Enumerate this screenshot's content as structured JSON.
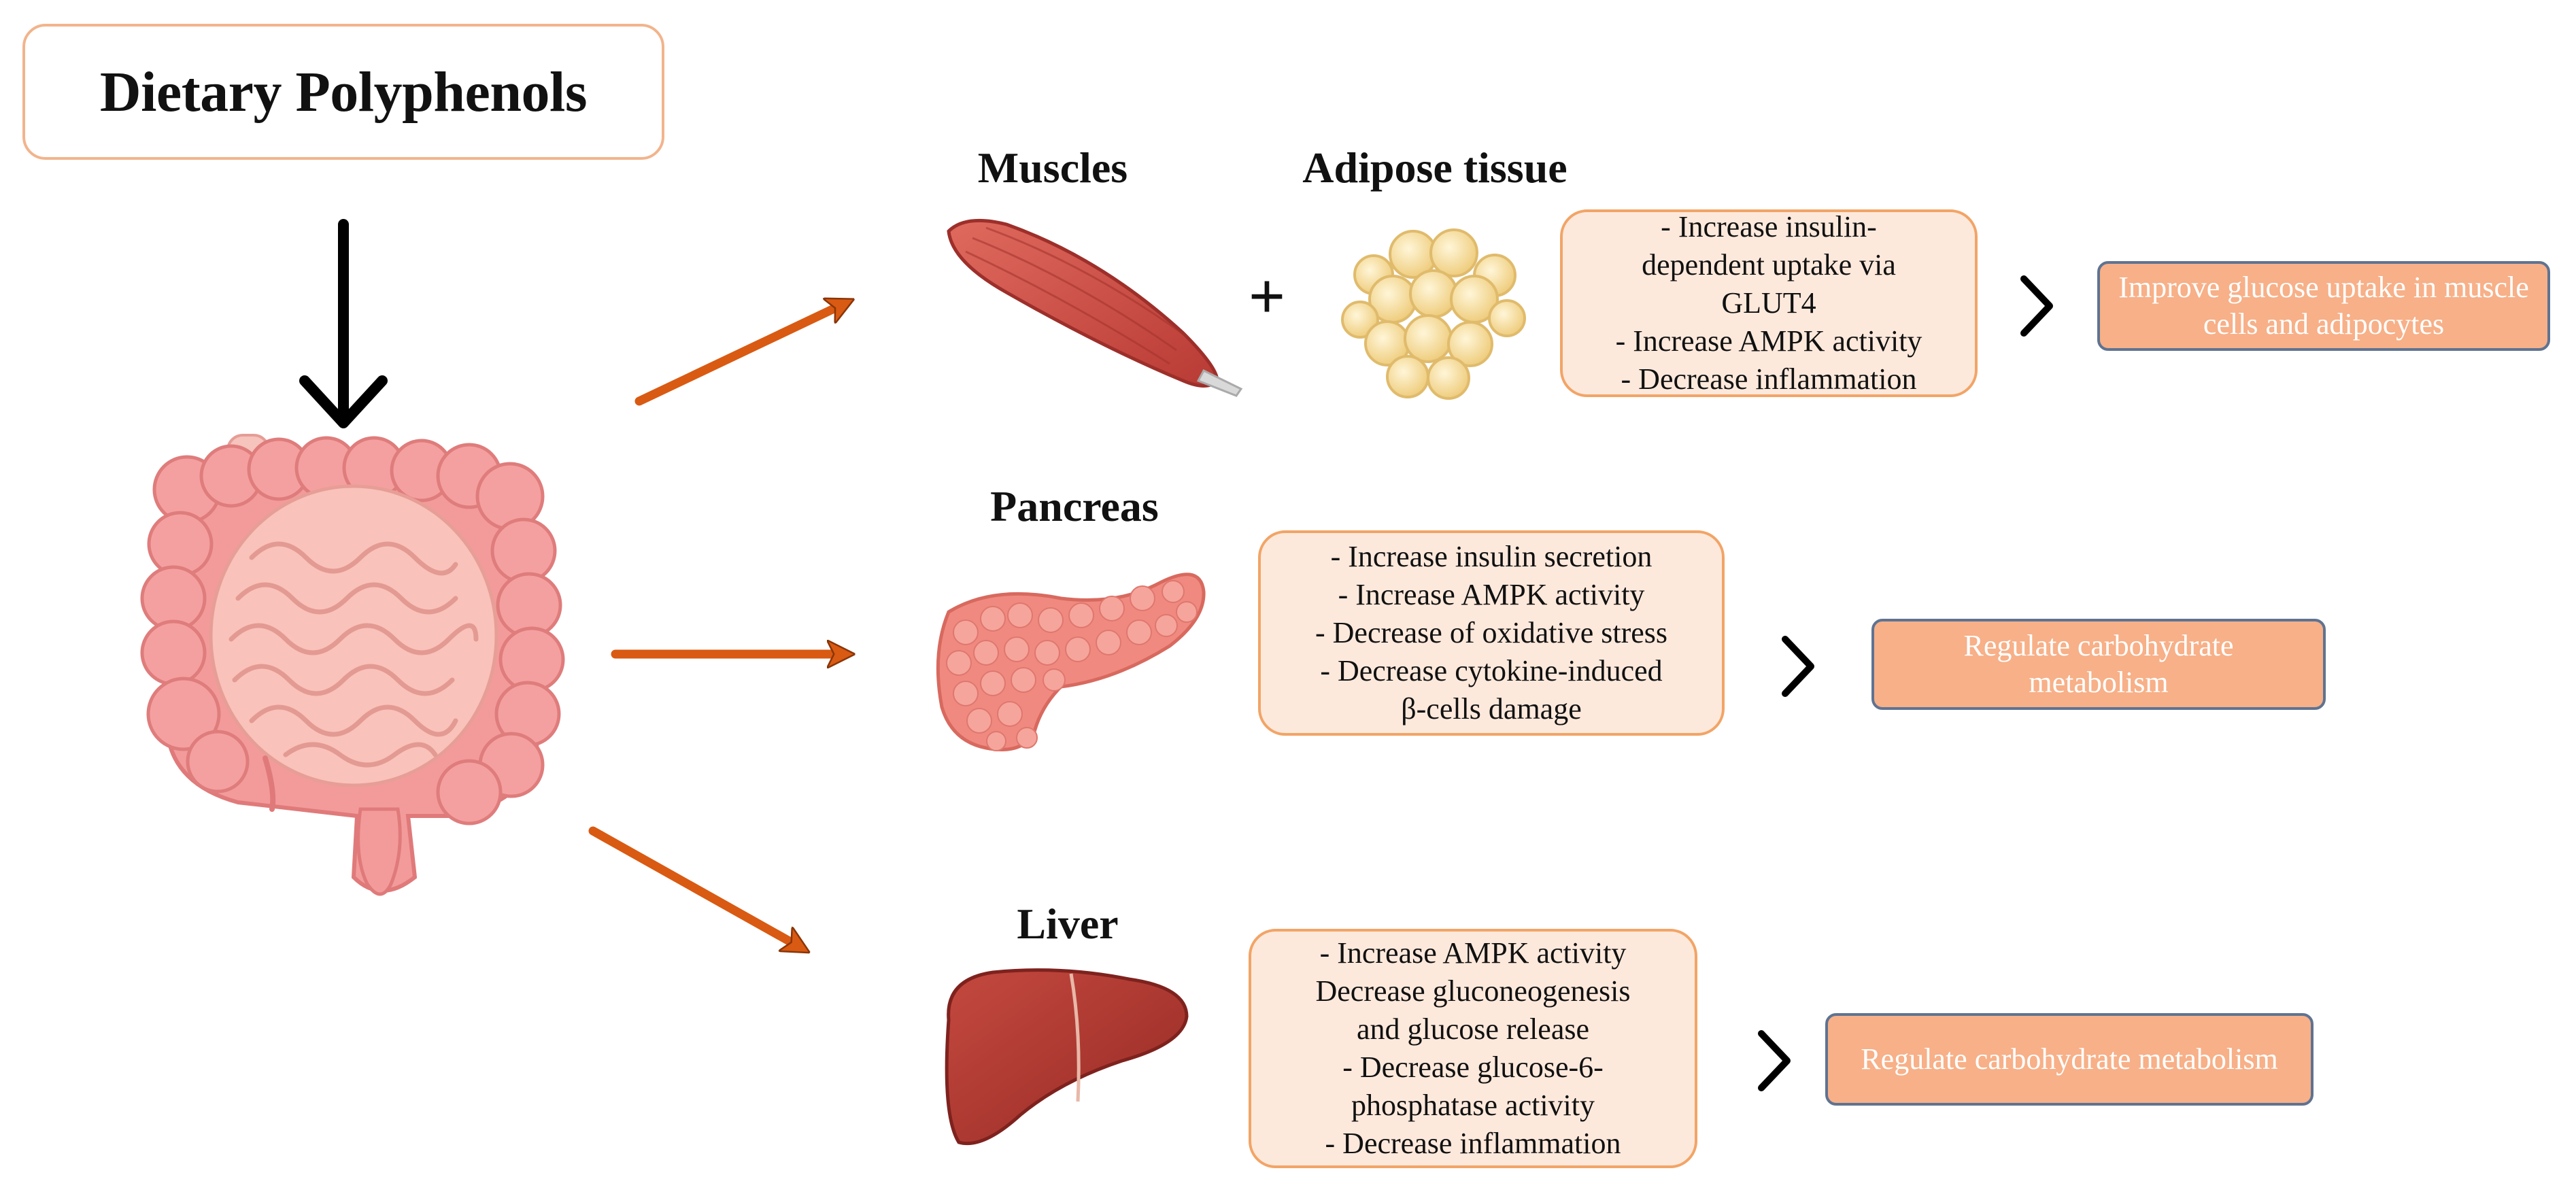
{
  "title": "Dietary Polyphenols",
  "organs": {
    "muscles": "Muscles",
    "adipose": "Adipose tissue",
    "pancreas": "Pancreas",
    "liver": "Liver"
  },
  "plus_sign": "+",
  "effects": {
    "muscle_adipose": [
      "- Increase insulin-",
      "dependent uptake via",
      "GLUT4",
      "- Increase AMPK activity",
      "- Decrease inflammation"
    ],
    "pancreas": [
      "- Increase insulin secretion",
      "- Increase AMPK activity",
      "- Decrease of oxidative stress",
      "- Decrease cytokine-induced",
      "β-cells damage"
    ],
    "liver": [
      "- Increase AMPK activity",
      "Decrease gluconeogenesis",
      "and glucose release",
      "- Decrease glucose-6-",
      "phosphatase activity",
      "- Decrease inflammation"
    ]
  },
  "outcomes": {
    "muscle_adipose": "Improve glucose uptake in muscle cells and adipocytes",
    "pancreas": "Regulate carbohydrate metabolism",
    "liver": "Regulate carbohydrate metabolism"
  },
  "colors": {
    "arrow_orange": "#d95a12",
    "box_border": "#f2a466",
    "box_fill": "#fde9dc",
    "outcome_fill": "#f7b088",
    "outcome_border": "#5f7391",
    "intestine_pink": "#f6a3a3",
    "muscle_red": "#c8453f",
    "fat_yellow": "#f7dfa0",
    "liver_red": "#a8322c"
  },
  "icons": [
    "intestine-icon",
    "muscle-icon",
    "adipose-tissue-icon",
    "pancreas-icon",
    "liver-icon",
    "arrow-icon",
    "chevron-right-icon"
  ]
}
